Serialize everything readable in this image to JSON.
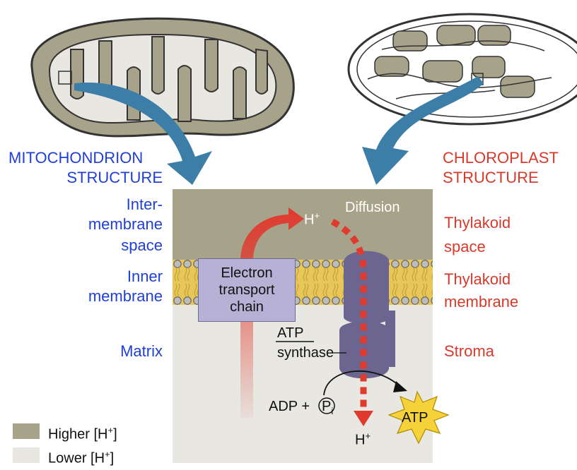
{
  "labels": {
    "mito_title": "MITOCHONDRION",
    "mito_title2": "STRUCTURE",
    "chloro_title": "CHLOROPLAST",
    "chloro_title2": "STRUCTURE",
    "intermembrane_1": "Inter-",
    "intermembrane_2": "membrane",
    "intermembrane_3": "space",
    "inner_1": "Inner",
    "inner_2": "membrane",
    "matrix": "Matrix",
    "thylakoid_space_1": "Thylakoid",
    "thylakoid_space_2": "space",
    "thylakoid_membrane_1": "Thylakoid",
    "thylakoid_membrane_2": "membrane",
    "stroma": "Stroma",
    "diffusion": "Diffusion",
    "etc_1": "Electron",
    "etc_2": "transport",
    "etc_3": "chain",
    "atp_synthase_1": "ATP",
    "atp_synthase_2": "synthase",
    "adp_pi": "ADP +",
    "pi_letter": "P",
    "pi_sub": "i",
    "atp": "ATP",
    "h_plus_top": "H",
    "h_plus_bottom": "H",
    "plus": "+"
  },
  "legend": [
    {
      "label": "Higher [H",
      "sup": "+",
      "suffix": "]",
      "color": "#a7a28a"
    },
    {
      "label": "Lower [H",
      "sup": "+",
      "suffix": "]",
      "color": "#e8e7e2"
    }
  ],
  "colors": {
    "mito_blue": "#1f3fd6",
    "chloro_red": "#d63a2a",
    "higher_h": "#a7a28a",
    "lower_h": "#e8e7e2",
    "membrane_lipid": "#e8c75a",
    "atp_synthase": "#6c6590",
    "etc_box": "#b7b1d6",
    "arrow_teal": "#3d7ea8",
    "arrow_red": "#e0392d",
    "atp_star": "#f5d23a"
  }
}
